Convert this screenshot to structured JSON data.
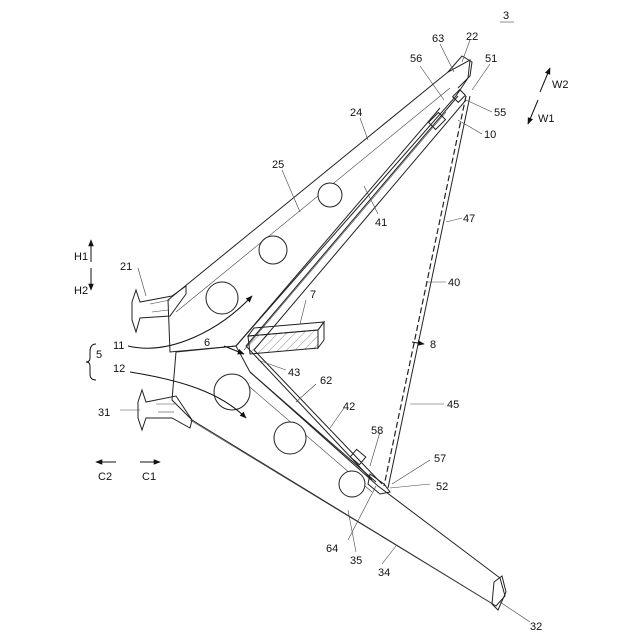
{
  "figure": {
    "number": "3"
  },
  "reference_numerals": {
    "n22": "22",
    "n63": "63",
    "n51": "51",
    "n56": "56",
    "n55": "55",
    "n10": "10",
    "n24": "24",
    "n25": "25",
    "n41": "41",
    "n47": "47",
    "n40": "40",
    "n21": "21",
    "n7": "7",
    "n6": "6",
    "n11": "11",
    "n5": "5",
    "n12": "12",
    "n43": "43",
    "n62": "62",
    "n8": "8",
    "n42": "42",
    "n45": "45",
    "n31": "31",
    "n58": "58",
    "n57": "57",
    "n52": "52",
    "n64": "64",
    "n35": "35",
    "n34": "34",
    "n32": "32"
  },
  "direction_labels": {
    "w2": "W2",
    "w1": "W1",
    "h1": "H1",
    "h2": "H2",
    "c2": "C2",
    "c1": "C1"
  }
}
